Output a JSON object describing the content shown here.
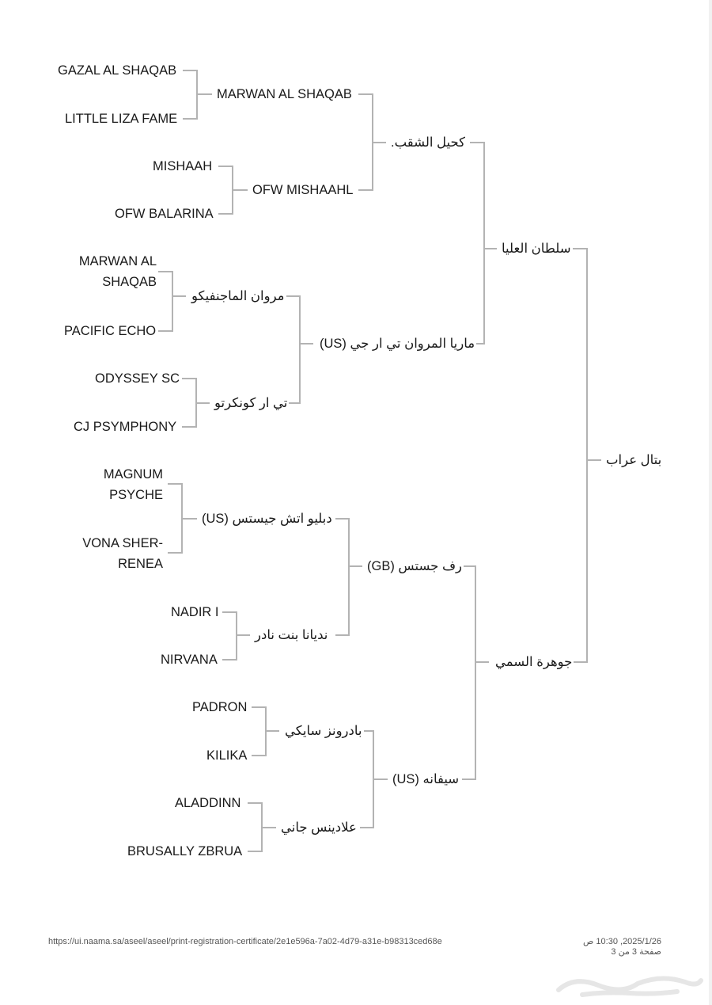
{
  "pedigree": {
    "subject": "بتال عراب",
    "sire": "سلطان العليا",
    "dam": "جوهرة السمي",
    "sire_sire": "كحيل الشقب.",
    "sire_dam": "ماريا المروان تي ار جي (US)",
    "dam_sire": "رف جستس (GB)",
    "dam_dam": "سيفانه (US)",
    "g3": {
      "ss_s": "MARWAN AL SHAQAB",
      "ss_d": "OFW MISHAAHL",
      "sd_s": "مروان الماجنفيكو",
      "sd_d": "تي ار كونكرتو",
      "ds_s": "دبليو اتش جيستس (US)",
      "ds_d": "نديانا بنت نادر",
      "dd_s": "بادرونز سايكي",
      "dd_d": "علادينس جاني"
    },
    "g4": {
      "a": "GAZAL AL SHAQAB",
      "b": "LITTLE LIZA FAME",
      "c": "MISHAAH",
      "d": "OFW BALARINA",
      "e": "MARWAN AL SHAQAB",
      "f": "PACIFIC ECHO",
      "g": "ODYSSEY SC",
      "h": "CJ PSYMPHONY",
      "i": "MAGNUM PSYCHE",
      "j": "VONA SHER-RENEA",
      "k": "NADIR I",
      "l": "NIRVANA",
      "m": "PADRON",
      "n": "KILIKA",
      "o": "ALADDINN",
      "p": "BRUSALLY ZBRUA"
    }
  },
  "footer": {
    "url": "https://ui.naama.sa/aseel/aseel/print-registration-certificate/2e1e596a-7a02-4d79-a31e-b98313ced68e",
    "datetime": "2025/1/26, 10:30 ص",
    "page_count": "صفحة 3 من 3"
  },
  "colors": {
    "line": "#b3b3b3",
    "text": "#1a1a1a",
    "footer": "#555555"
  },
  "icons": {
    "watermark": "haraj-logo-watermark"
  }
}
